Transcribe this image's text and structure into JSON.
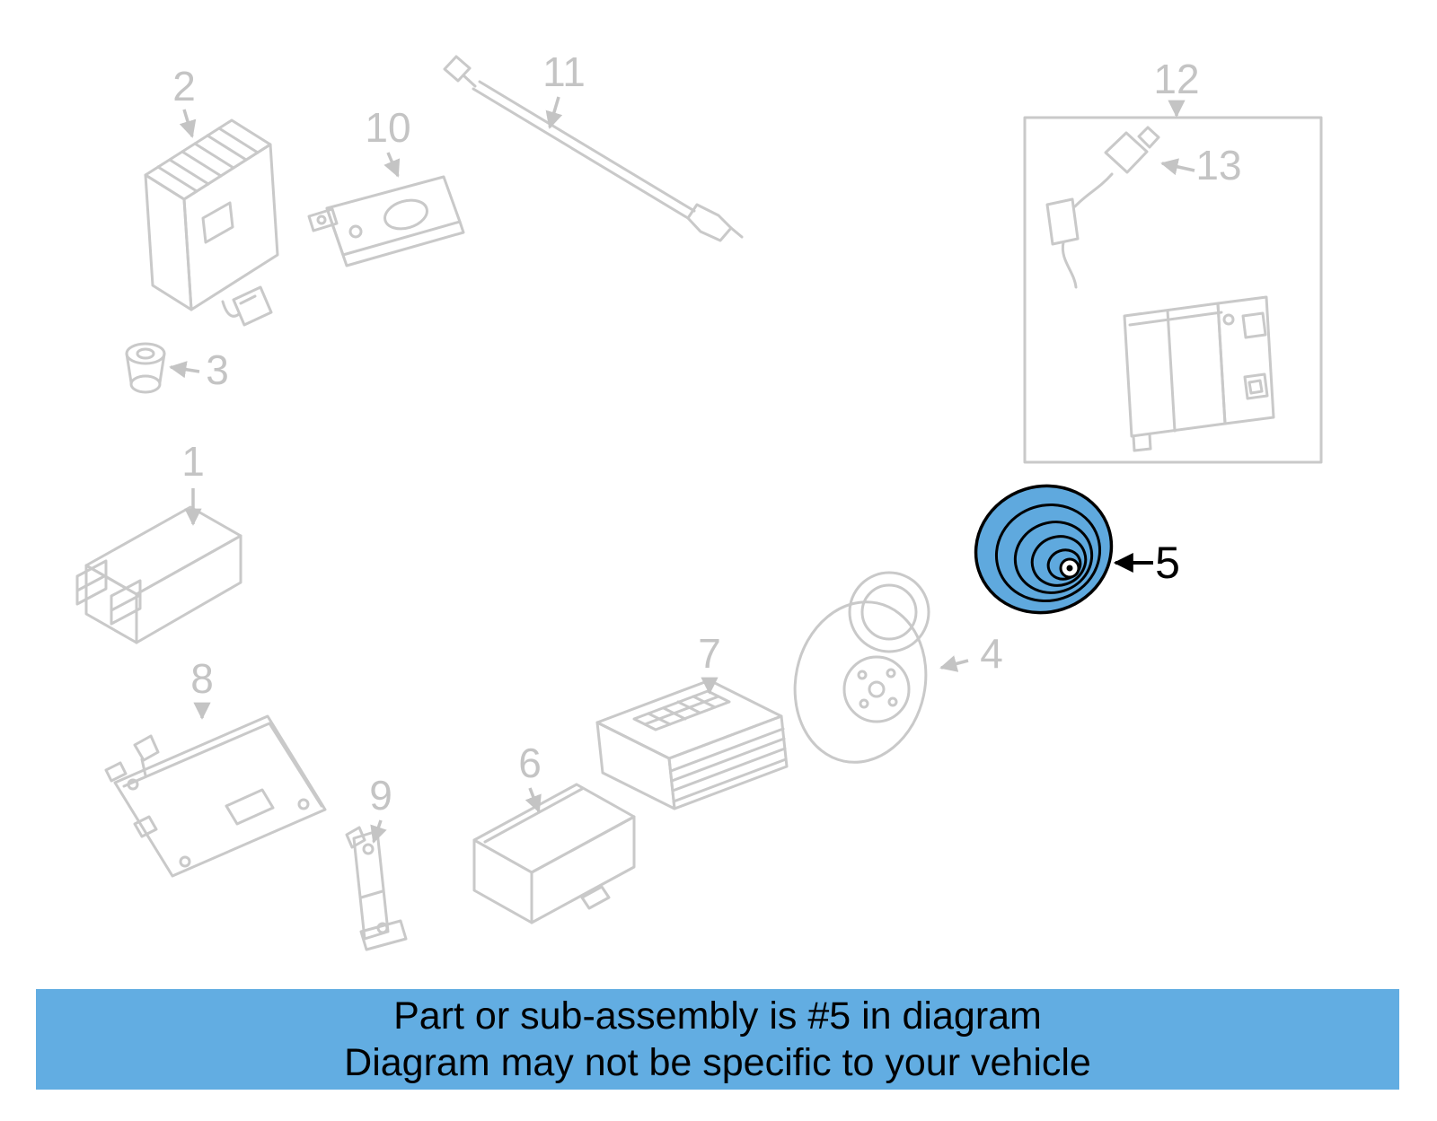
{
  "colors": {
    "line-color": "#c9c9c9",
    "label-color": "#c4c4c4",
    "highlight-fill": "#5fa9de",
    "banner-bg": "#62ade2",
    "banner-text": "#000000"
  },
  "parts": {
    "p1": {
      "label": "1"
    },
    "p2": {
      "label": "2"
    },
    "p3": {
      "label": "3"
    },
    "p4": {
      "label": "4"
    },
    "p5": {
      "label": "5"
    },
    "p6": {
      "label": "6"
    },
    "p7": {
      "label": "7"
    },
    "p8": {
      "label": "8"
    },
    "p9": {
      "label": "9"
    },
    "p10": {
      "label": "10"
    },
    "p11": {
      "label": "11"
    },
    "p12": {
      "label": "12"
    },
    "p13": {
      "label": "13"
    }
  },
  "banner": {
    "line1": "Part or sub-assembly is #5 in diagram",
    "line2": "Diagram may not be specific to your vehicle"
  }
}
